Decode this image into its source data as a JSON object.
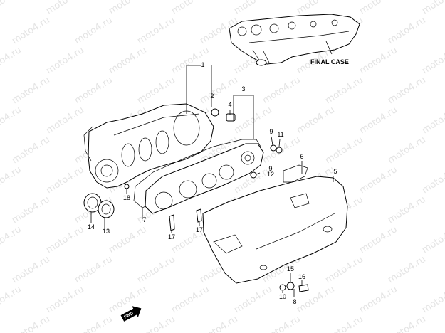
{
  "watermark": "moto4.ru",
  "final_case_label": "FINAL CASE",
  "fwd_label": "FWD",
  "callouts": [
    "1",
    "2",
    "3",
    "4",
    "5",
    "6",
    "7",
    "8",
    "9",
    "9",
    "10",
    "11",
    "12",
    "13",
    "14",
    "15",
    "16",
    "17",
    "17",
    "18"
  ]
}
